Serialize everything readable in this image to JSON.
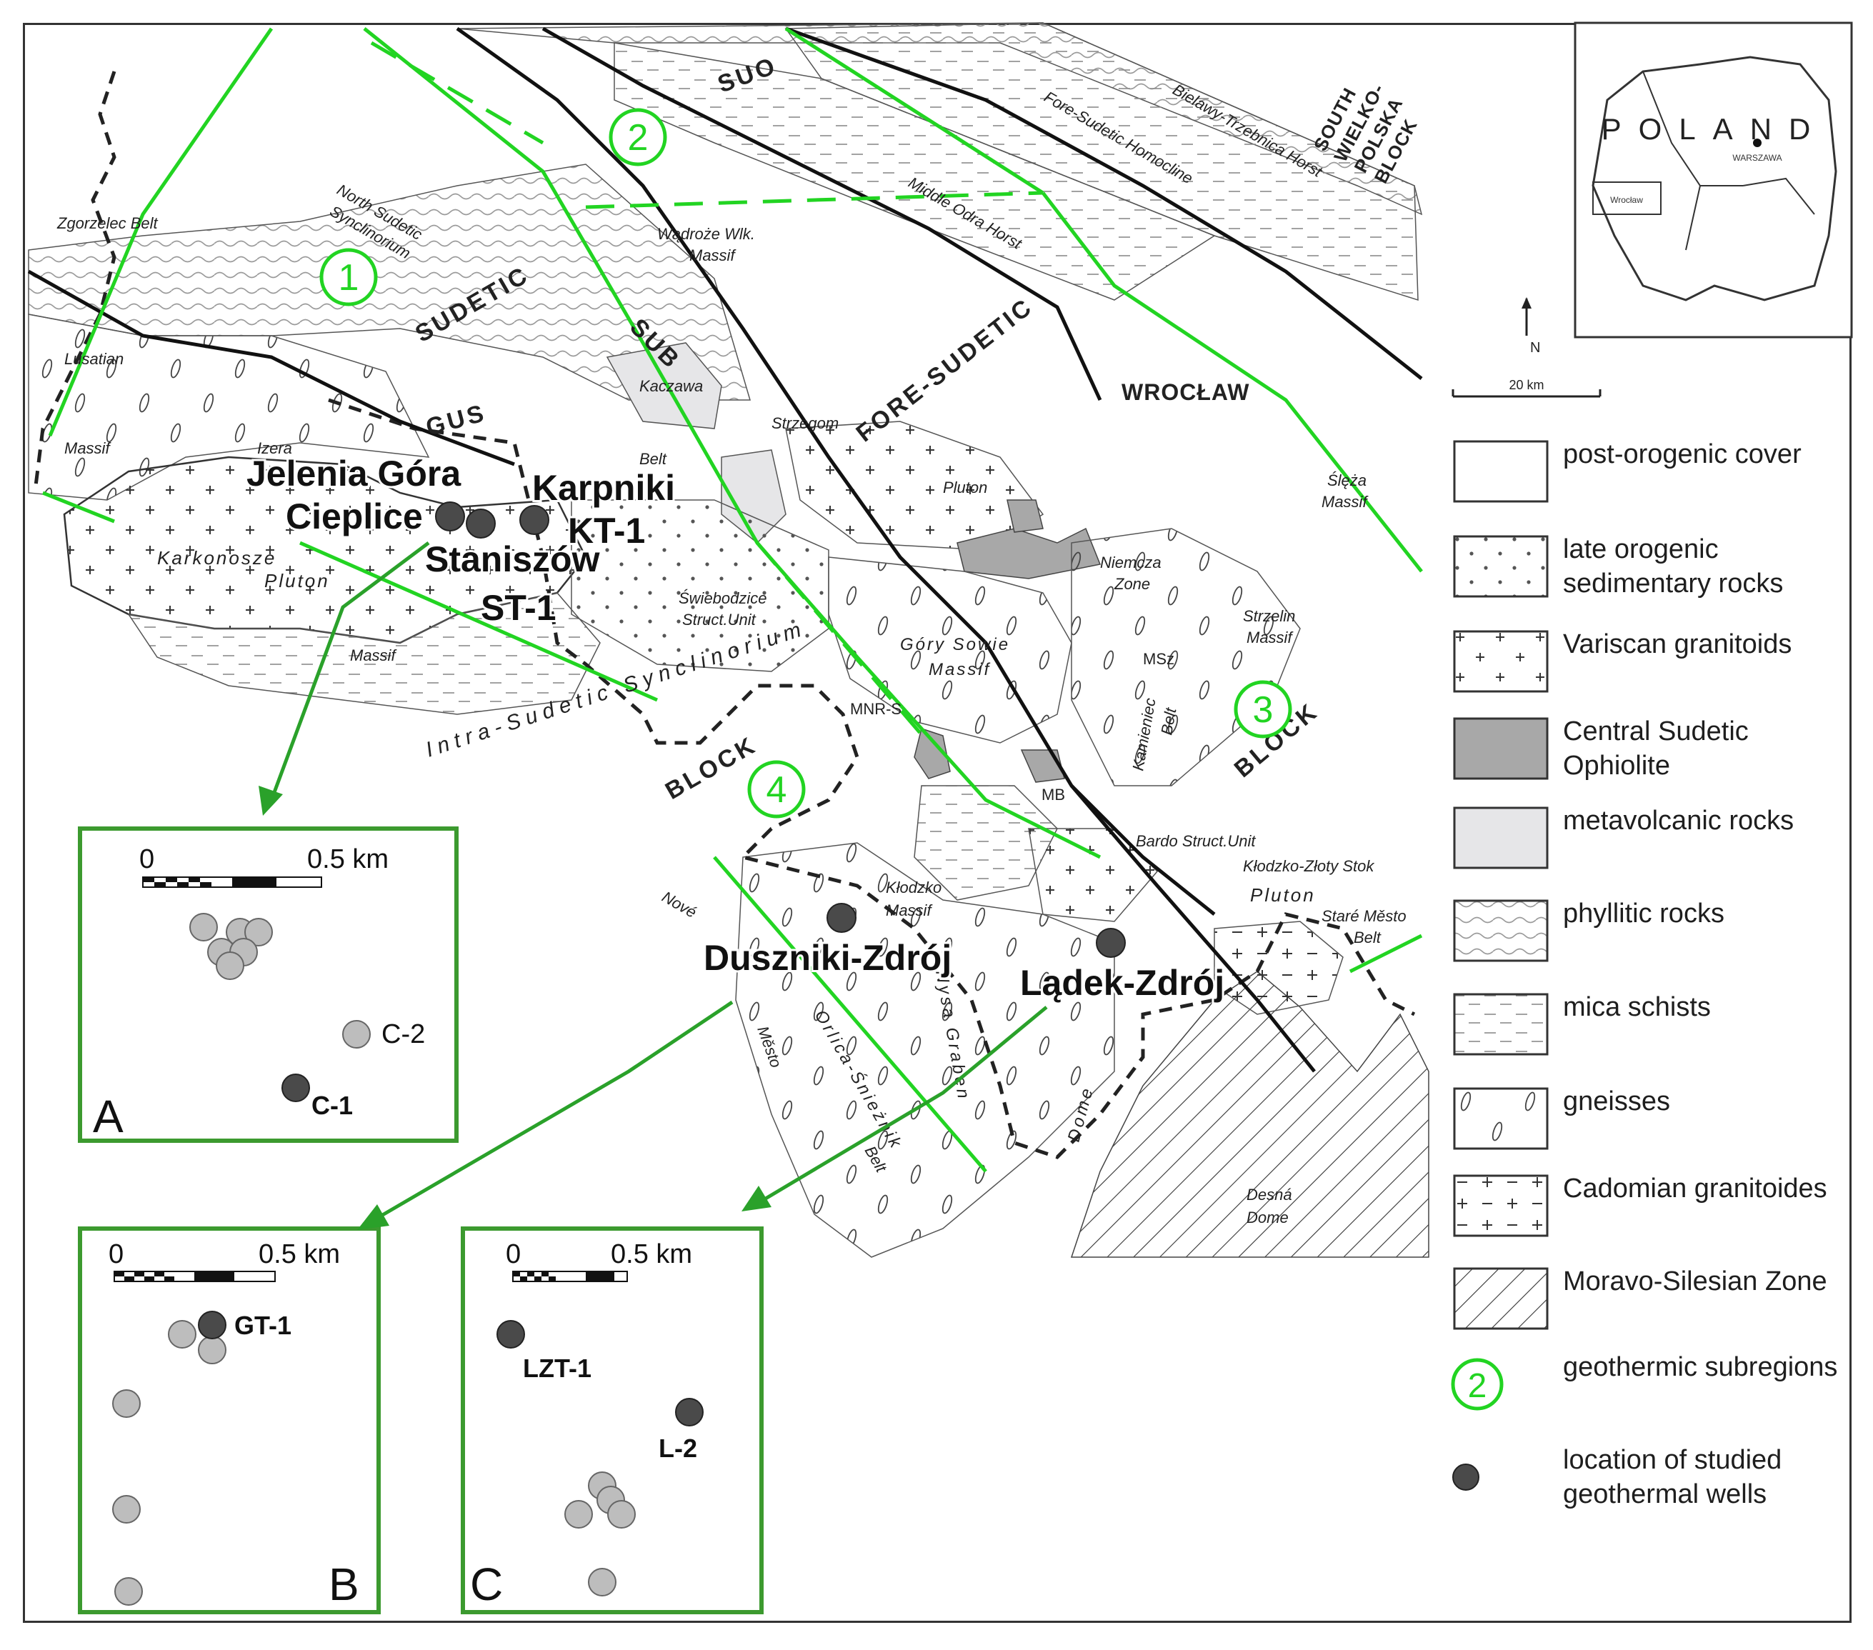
{
  "map": {
    "country_label": "POLAND",
    "capital_label": "WARSZAWA",
    "city_inset_label": "Wrocław",
    "scale_label": "20 km",
    "north_label": "N",
    "structures": {
      "suo": "SUO",
      "sub": "SUB",
      "gus": "GUS",
      "sudetic": "SUDETIC",
      "fore_sudetic": "FORE-SUDETIC",
      "block_3": "BLOCK",
      "block_4": "BLOCK",
      "intra_sudetic": "Intra-Sudetic Synclinorium",
      "south_wielkopolska": [
        "SOUTH",
        "WIELKO-",
        "POLSKA",
        "BLOCK"
      ]
    },
    "units": {
      "fore_sudetic_homocline": "Fore-Sudetic Homocline",
      "bielawy": "Bielawy-Trzebnica Horst",
      "middle_odra": "Middle Odra Horst",
      "north_sudetic": [
        "North Sudetic",
        "Synclinorium"
      ],
      "zgorzelec": "Zgorzelec Belt",
      "lusatian": "Lusatian",
      "massif_left": "Massif",
      "izera": "Izera",
      "karkonosze": "Karkonosze",
      "pluton_k": "Pluton",
      "massif_bottom": "Massif",
      "wadroze": [
        "Wądroże Wlk.",
        "Massif"
      ],
      "kaczawa": "Kaczawa",
      "belt_k": "Belt",
      "strzegom": "Strzegom",
      "pluton_s": "Pluton",
      "wroclaw": "WROCŁAW",
      "sleza": [
        "Ślęża",
        "Massif"
      ],
      "niemcza": [
        "Niemcza",
        "Zone"
      ],
      "strzelin": [
        "Strzelin",
        "Massif"
      ],
      "gory_sowie": [
        "Góry Sowie",
        "Massif"
      ],
      "swiebodzice": [
        "Świebodzice",
        "Struct.Unit"
      ],
      "msz": "MSz",
      "kamieniec": [
        "Kamieniec",
        "Belt"
      ],
      "mnr": "MNR-S",
      "mb": "MB",
      "bardo": "Bardo Struct.Unit",
      "klodzko_zloty": "Kłodzko-Złoty Stok",
      "pluton_kz": "Pluton",
      "stare_mesto": [
        "Staré Město",
        "Belt"
      ],
      "klodzko_massif": [
        "Kłodzko",
        "Massif"
      ],
      "nove_mesto": [
        "Nové",
        "Město"
      ],
      "orlica": "Orlica-Śnieżnik",
      "nysa": "Nysa Graben",
      "dome": "Dome",
      "belt_o": "Belt",
      "desna": [
        "Desná",
        "Dome"
      ]
    },
    "cities": {
      "jelenia_gora": "Jelenia Góra",
      "cieplice": "Cieplice",
      "staniszow": "Staniszów",
      "st1": "ST-1",
      "karpniki": "Karpniki",
      "kt1": "KT-1",
      "duszniki": "Duszniki-Zdrój",
      "ladek": "Lądek-Zdrój"
    },
    "subregions": [
      "1",
      "2",
      "3",
      "4"
    ]
  },
  "insets": {
    "A": {
      "letter": "A",
      "scale_zero": "0",
      "scale_end": "0.5 km",
      "wells": [
        {
          "label": "C-2"
        },
        {
          "label": "C-1"
        }
      ]
    },
    "B": {
      "letter": "B",
      "scale_zero": "0",
      "scale_end": "0.5 km",
      "wells": [
        {
          "label": "GT-1"
        }
      ]
    },
    "C": {
      "letter": "C",
      "scale_zero": "0",
      "scale_end": "0.5 km",
      "wells": [
        {
          "label": "LZT-1"
        },
        {
          "label": "L-2"
        }
      ]
    }
  },
  "legend": {
    "items": [
      {
        "label": "post-orogenic cover",
        "pattern": "blank"
      },
      {
        "label": "late orogenic sedimentary rocks",
        "pattern": "dots"
      },
      {
        "label": "Variscan granitoids",
        "pattern": "crosses"
      },
      {
        "label": "Central Sudetic Ophiolite",
        "pattern": "gray",
        "color": "#a8a8a8"
      },
      {
        "label": "metavolcanic rocks",
        "pattern": "lightgray",
        "color": "#e6e6e8"
      },
      {
        "label": "phyllitic rocks",
        "pattern": "waves"
      },
      {
        "label": "mica schists",
        "pattern": "dashes"
      },
      {
        "label": "gneisses",
        "pattern": "lenses"
      },
      {
        "label": "Cadomian granitoides",
        "pattern": "plusminus"
      },
      {
        "label": "Moravo-Silesian Zone",
        "pattern": "hatch"
      },
      {
        "label": "geothermic subregions",
        "pattern": "green-circle",
        "symbol": "2"
      },
      {
        "label": "location of studied geothermal wells",
        "pattern": "dark-dot"
      }
    ]
  },
  "colors": {
    "fault_green": "#22d422",
    "frame": "#3c9a2f",
    "well_dark": "#4a4a4a",
    "well_light": "#bdbdbd"
  }
}
